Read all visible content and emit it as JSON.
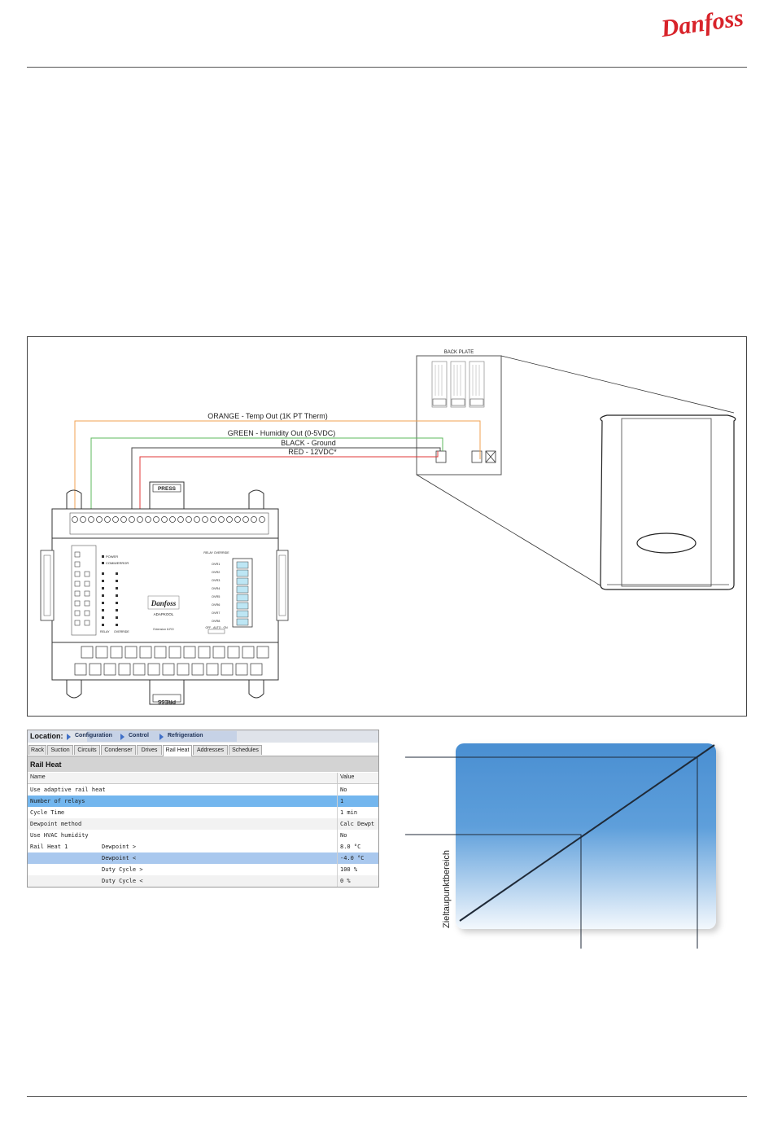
{
  "header": {
    "logo_text": "Danfoss",
    "colors": {
      "brand_red": "#d8232a",
      "rule": "#555555"
    }
  },
  "wiring_diagram": {
    "back_plate_label": "BACK PLATE",
    "wires": [
      {
        "label": "ORANGE - Temp Out (1K PT Therm)",
        "color": "#f0a050"
      },
      {
        "label": "GREEN - Humidity Out (0-5VDC)",
        "color": "#5cb85c"
      },
      {
        "label": "BLACK - Ground",
        "color": "#444444"
      },
      {
        "label": "RED - 12VDC*",
        "color": "#e03a3a"
      }
    ],
    "controller": {
      "brand": "Danfoss",
      "model": "ADAPKOOL",
      "press_top": "PRESS",
      "press_bottom": "PRESS",
      "led_labels": [
        "POWER",
        "COMM/ERROR"
      ],
      "relay_caption": "RELAY",
      "override_caption": "OVERRIDE",
      "relay_override_header": "RELAY OVERRIDE",
      "ovr_labels": [
        "OVR1",
        "OVR2",
        "OVR3",
        "OVR4",
        "OVR5",
        "OVR6",
        "OVR7",
        "OVR8"
      ],
      "switch_caption": "OFF - AUTO - ON",
      "extension_label": "Extension 8-RO"
    }
  },
  "software": {
    "location_label": "Location:",
    "breadcrumb": [
      "Configuration",
      "Control",
      "Refrigeration"
    ],
    "tabs": [
      {
        "label": "Rack",
        "active": false
      },
      {
        "label": "Suction",
        "active": false
      },
      {
        "label": "Circuits",
        "active": false
      },
      {
        "label": "Condenser",
        "active": false
      },
      {
        "label": "Drives",
        "active": false
      },
      {
        "label": "Rail Heat",
        "active": true
      },
      {
        "label": "Addresses",
        "active": false
      },
      {
        "label": "Schedules",
        "active": false
      }
    ],
    "section_title": "Rail Heat",
    "columns": {
      "name": "Name",
      "value": "Value"
    },
    "rows": [
      {
        "name": "Use adaptive rail heat",
        "sub": "",
        "value": "No",
        "highlight": false
      },
      {
        "name": "Number of relays",
        "sub": "",
        "value": "1",
        "highlight": true
      },
      {
        "name": "Cycle Time",
        "sub": "",
        "value": "1 min",
        "highlight": false
      },
      {
        "name": "Dewpoint method",
        "sub": "",
        "value": "Calc Dewpt",
        "highlight": false
      },
      {
        "name": "Use HVAC humidity",
        "sub": "",
        "value": "No",
        "highlight": false
      },
      {
        "name": "Rail Heat 1",
        "sub": "Dewpoint >",
        "value": "8.0 °C",
        "highlight": false
      },
      {
        "name": "",
        "sub": "Dewpoint <",
        "value": "-4.0 °C",
        "highlight": true
      },
      {
        "name": "",
        "sub": "Duty Cycle >",
        "value": "100 %",
        "highlight": false
      },
      {
        "name": "",
        "sub": "Duty Cycle <",
        "value": "0 %",
        "highlight": false
      }
    ],
    "colors": {
      "row_highlight": "#a9c8ee",
      "row_highlight_bright": "#73b6ee",
      "row_alt": "#f2f2f2"
    }
  },
  "dewpoint_chart": {
    "y_axis_label": "Zieltaupunktbereich",
    "colors": {
      "gradient_top": "#4a8fd2",
      "gradient_bottom": "#f3f8fd",
      "line": "#1f2a38"
    }
  }
}
